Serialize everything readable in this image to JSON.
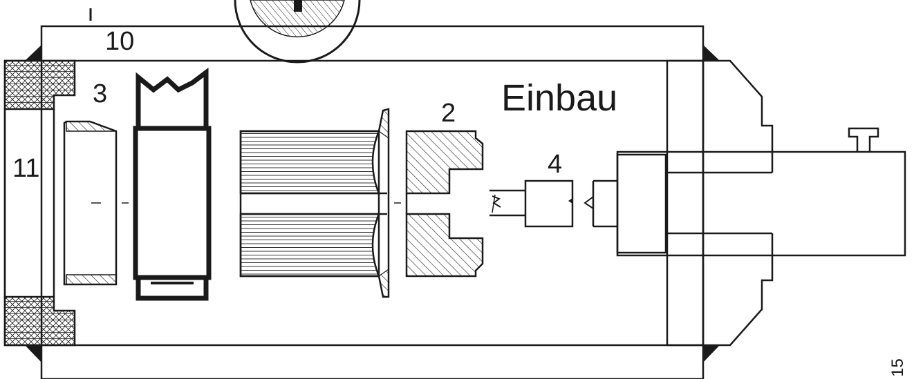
{
  "labels": {
    "part_10": "10",
    "part_3": "3",
    "part_2": "2",
    "part_4": "4",
    "part_11": "11",
    "title": "Einbau",
    "figure_number": "15"
  },
  "colors": {
    "ink": "#1a1a1a",
    "background": "#ffffff"
  }
}
